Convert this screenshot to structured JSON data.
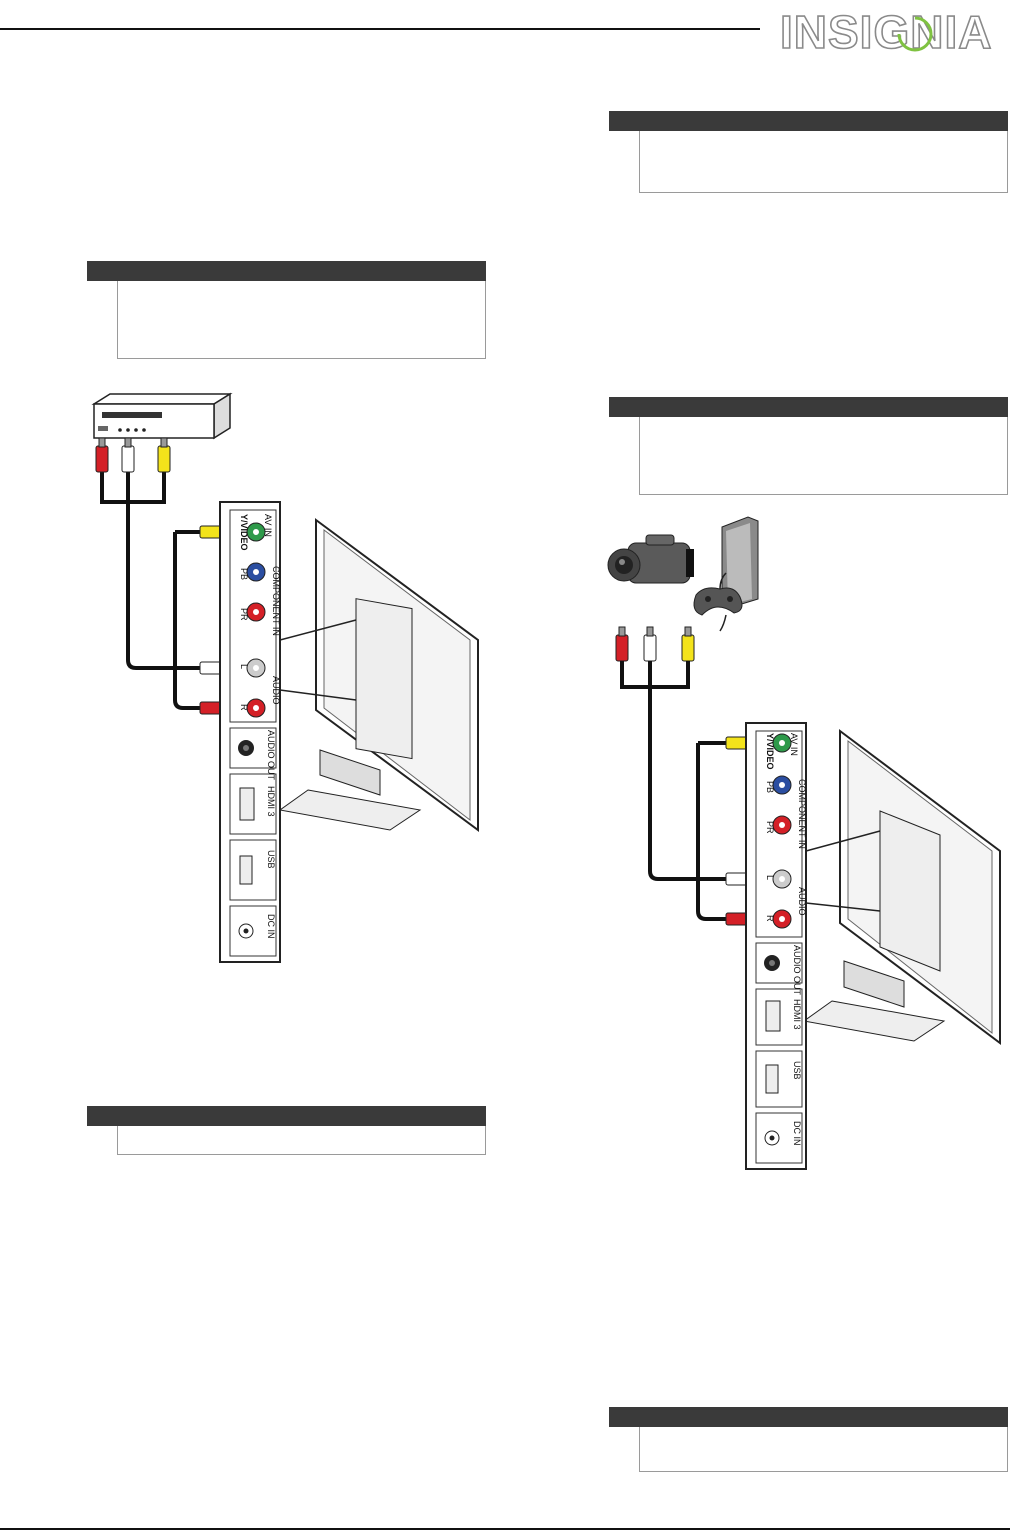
{
  "brand": {
    "logo_text": "INSIGNIA",
    "accent_color": "#7fc241"
  },
  "panel_left": {
    "labels": {
      "av_in": "AV IN",
      "y_video": "Y/VIDEO",
      "component_in": "COMPONENT IN",
      "pb": "PB",
      "pr": "PR",
      "audio": "AUDIO",
      "l": "L",
      "r": "R",
      "audio_out": "AUDIO OUT",
      "hdmi3": "HDMI 3",
      "usb": "USB",
      "dc_in": "DC IN"
    }
  },
  "panel_right": {
    "labels": {
      "av_in": "AV IN",
      "y_video": "Y/VIDEO",
      "component_in": "COMPONENT IN",
      "pb": "PB",
      "pr": "PR",
      "audio": "AUDIO",
      "l": "L",
      "r": "R",
      "audio_out": "AUDIO OUT",
      "hdmi3": "HDMI 3",
      "usb": "USB",
      "dc_in": "DC IN"
    }
  },
  "colors": {
    "red": "#d42027",
    "white": "#ffffff",
    "yellow": "#f3e31b",
    "green": "#2e9a4a",
    "blue": "#2b4ea1",
    "note_bar": "#3a3a3a"
  }
}
